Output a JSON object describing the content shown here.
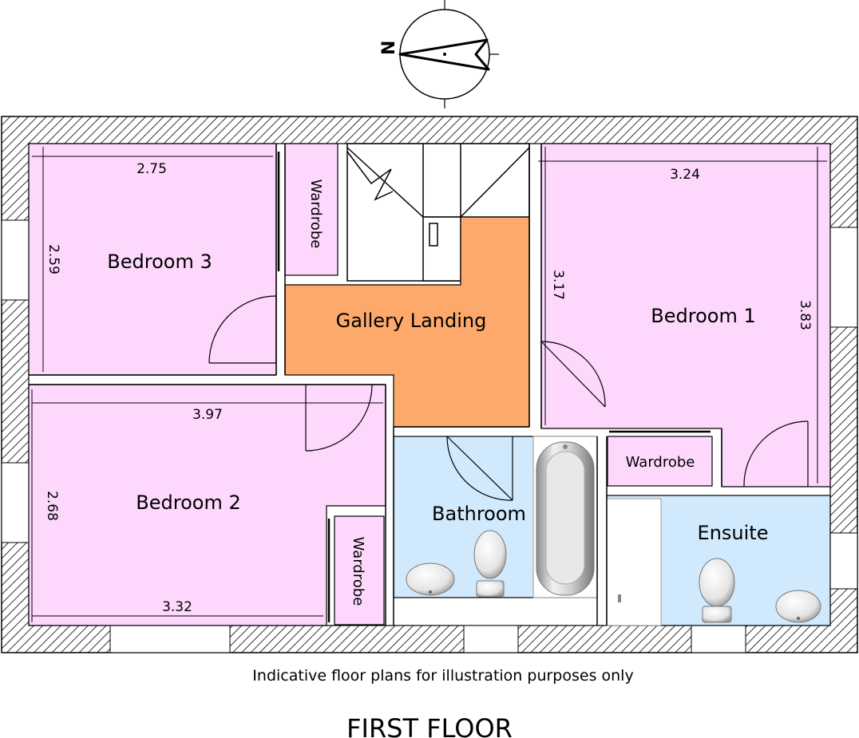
{
  "compass": {
    "north_label": "N"
  },
  "rooms": {
    "bedroom3": {
      "name": "Bedroom 3",
      "width": "2.75",
      "depth": "2.59"
    },
    "bedroom2": {
      "name": "Bedroom 2",
      "width": "3.97",
      "width_lower": "3.32",
      "depth": "2.68"
    },
    "bedroom1": {
      "name": "Bedroom 1",
      "width": "3.24",
      "depth_left": "3.17",
      "depth_right": "3.83"
    },
    "landing": {
      "name": "Gallery Landing"
    },
    "bathroom": {
      "name": "Bathroom"
    },
    "ensuite": {
      "name": "Ensuite"
    },
    "wardrobe_label": "Wardrobe"
  },
  "caption": "Indicative floor plans for illustration purposes only",
  "floor_title": "FIRST FLOOR",
  "colors": {
    "bedroom": "#fdd8fc",
    "landing": "#fda96b",
    "wet_room": "#d1e9fd",
    "wall_hatch": "#000000"
  }
}
